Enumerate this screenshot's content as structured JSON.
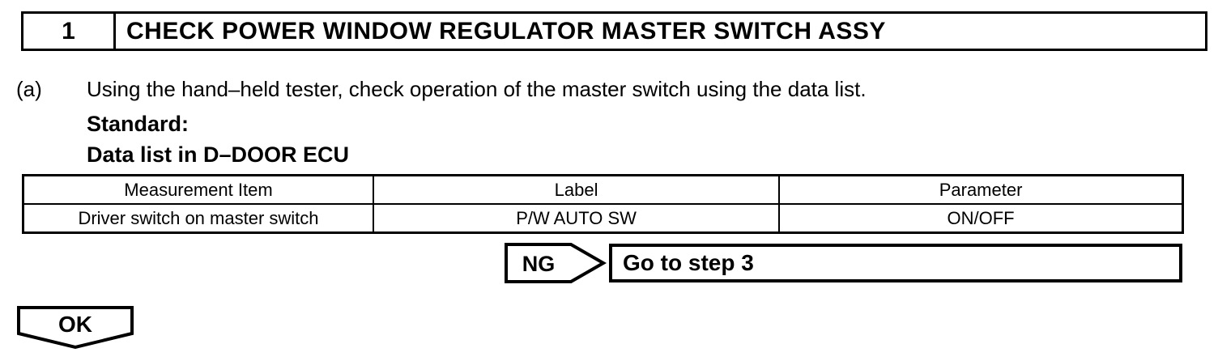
{
  "page": {
    "background": "#ffffff",
    "ink": "#000000"
  },
  "step_header": {
    "number": "1",
    "title": "CHECK POWER WINDOW REGULATOR MASTER SWITCH ASSY"
  },
  "instruction": {
    "marker": "(a)",
    "text": "Using the hand–held tester, check operation of the master switch using the data list.",
    "standard_label": "Standard:",
    "standard_value": "Data list in D–DOOR ECU"
  },
  "data_table": {
    "headers": [
      "Measurement Item",
      "Label",
      "Parameter"
    ],
    "rows": [
      [
        "Driver switch on master switch",
        "P/W AUTO SW",
        "ON/OFF"
      ]
    ]
  },
  "ng_branch": {
    "label": "NG",
    "action": "Go to step 3"
  },
  "ok_branch": {
    "label": "OK"
  }
}
